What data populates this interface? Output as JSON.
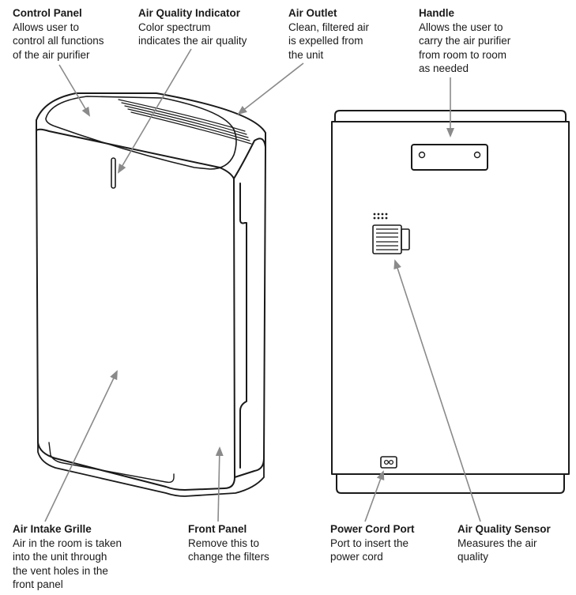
{
  "callouts": {
    "control_panel": {
      "title": "Control Panel",
      "desc": "Allows user to\ncontrol all functions\nof the air purifier"
    },
    "air_quality_indicator": {
      "title": "Air Quality Indicator",
      "desc": "Color spectrum\nindicates the air quality"
    },
    "air_outlet": {
      "title": "Air Outlet",
      "desc": "Clean, filtered air\nis expelled from\nthe unit"
    },
    "handle": {
      "title": "Handle",
      "desc": "Allows the user to\ncarry the air purifier\nfrom room to room\nas needed"
    },
    "air_intake_grille": {
      "title": "Air Intake Grille",
      "desc": "Air in the room is taken\ninto the unit through\nthe vent holes in the\nfront panel"
    },
    "front_panel": {
      "title": "Front Panel",
      "desc": "Remove this to\nchange the filters"
    },
    "power_cord_port": {
      "title": "Power Cord Port",
      "desc": "Port to insert the\npower cord"
    },
    "air_quality_sensor": {
      "title": "Air Quality Sensor",
      "desc": "Measures the air\nquality"
    }
  },
  "colors": {
    "line": "#1a1a1a",
    "pointer": "#8a8a8a"
  }
}
